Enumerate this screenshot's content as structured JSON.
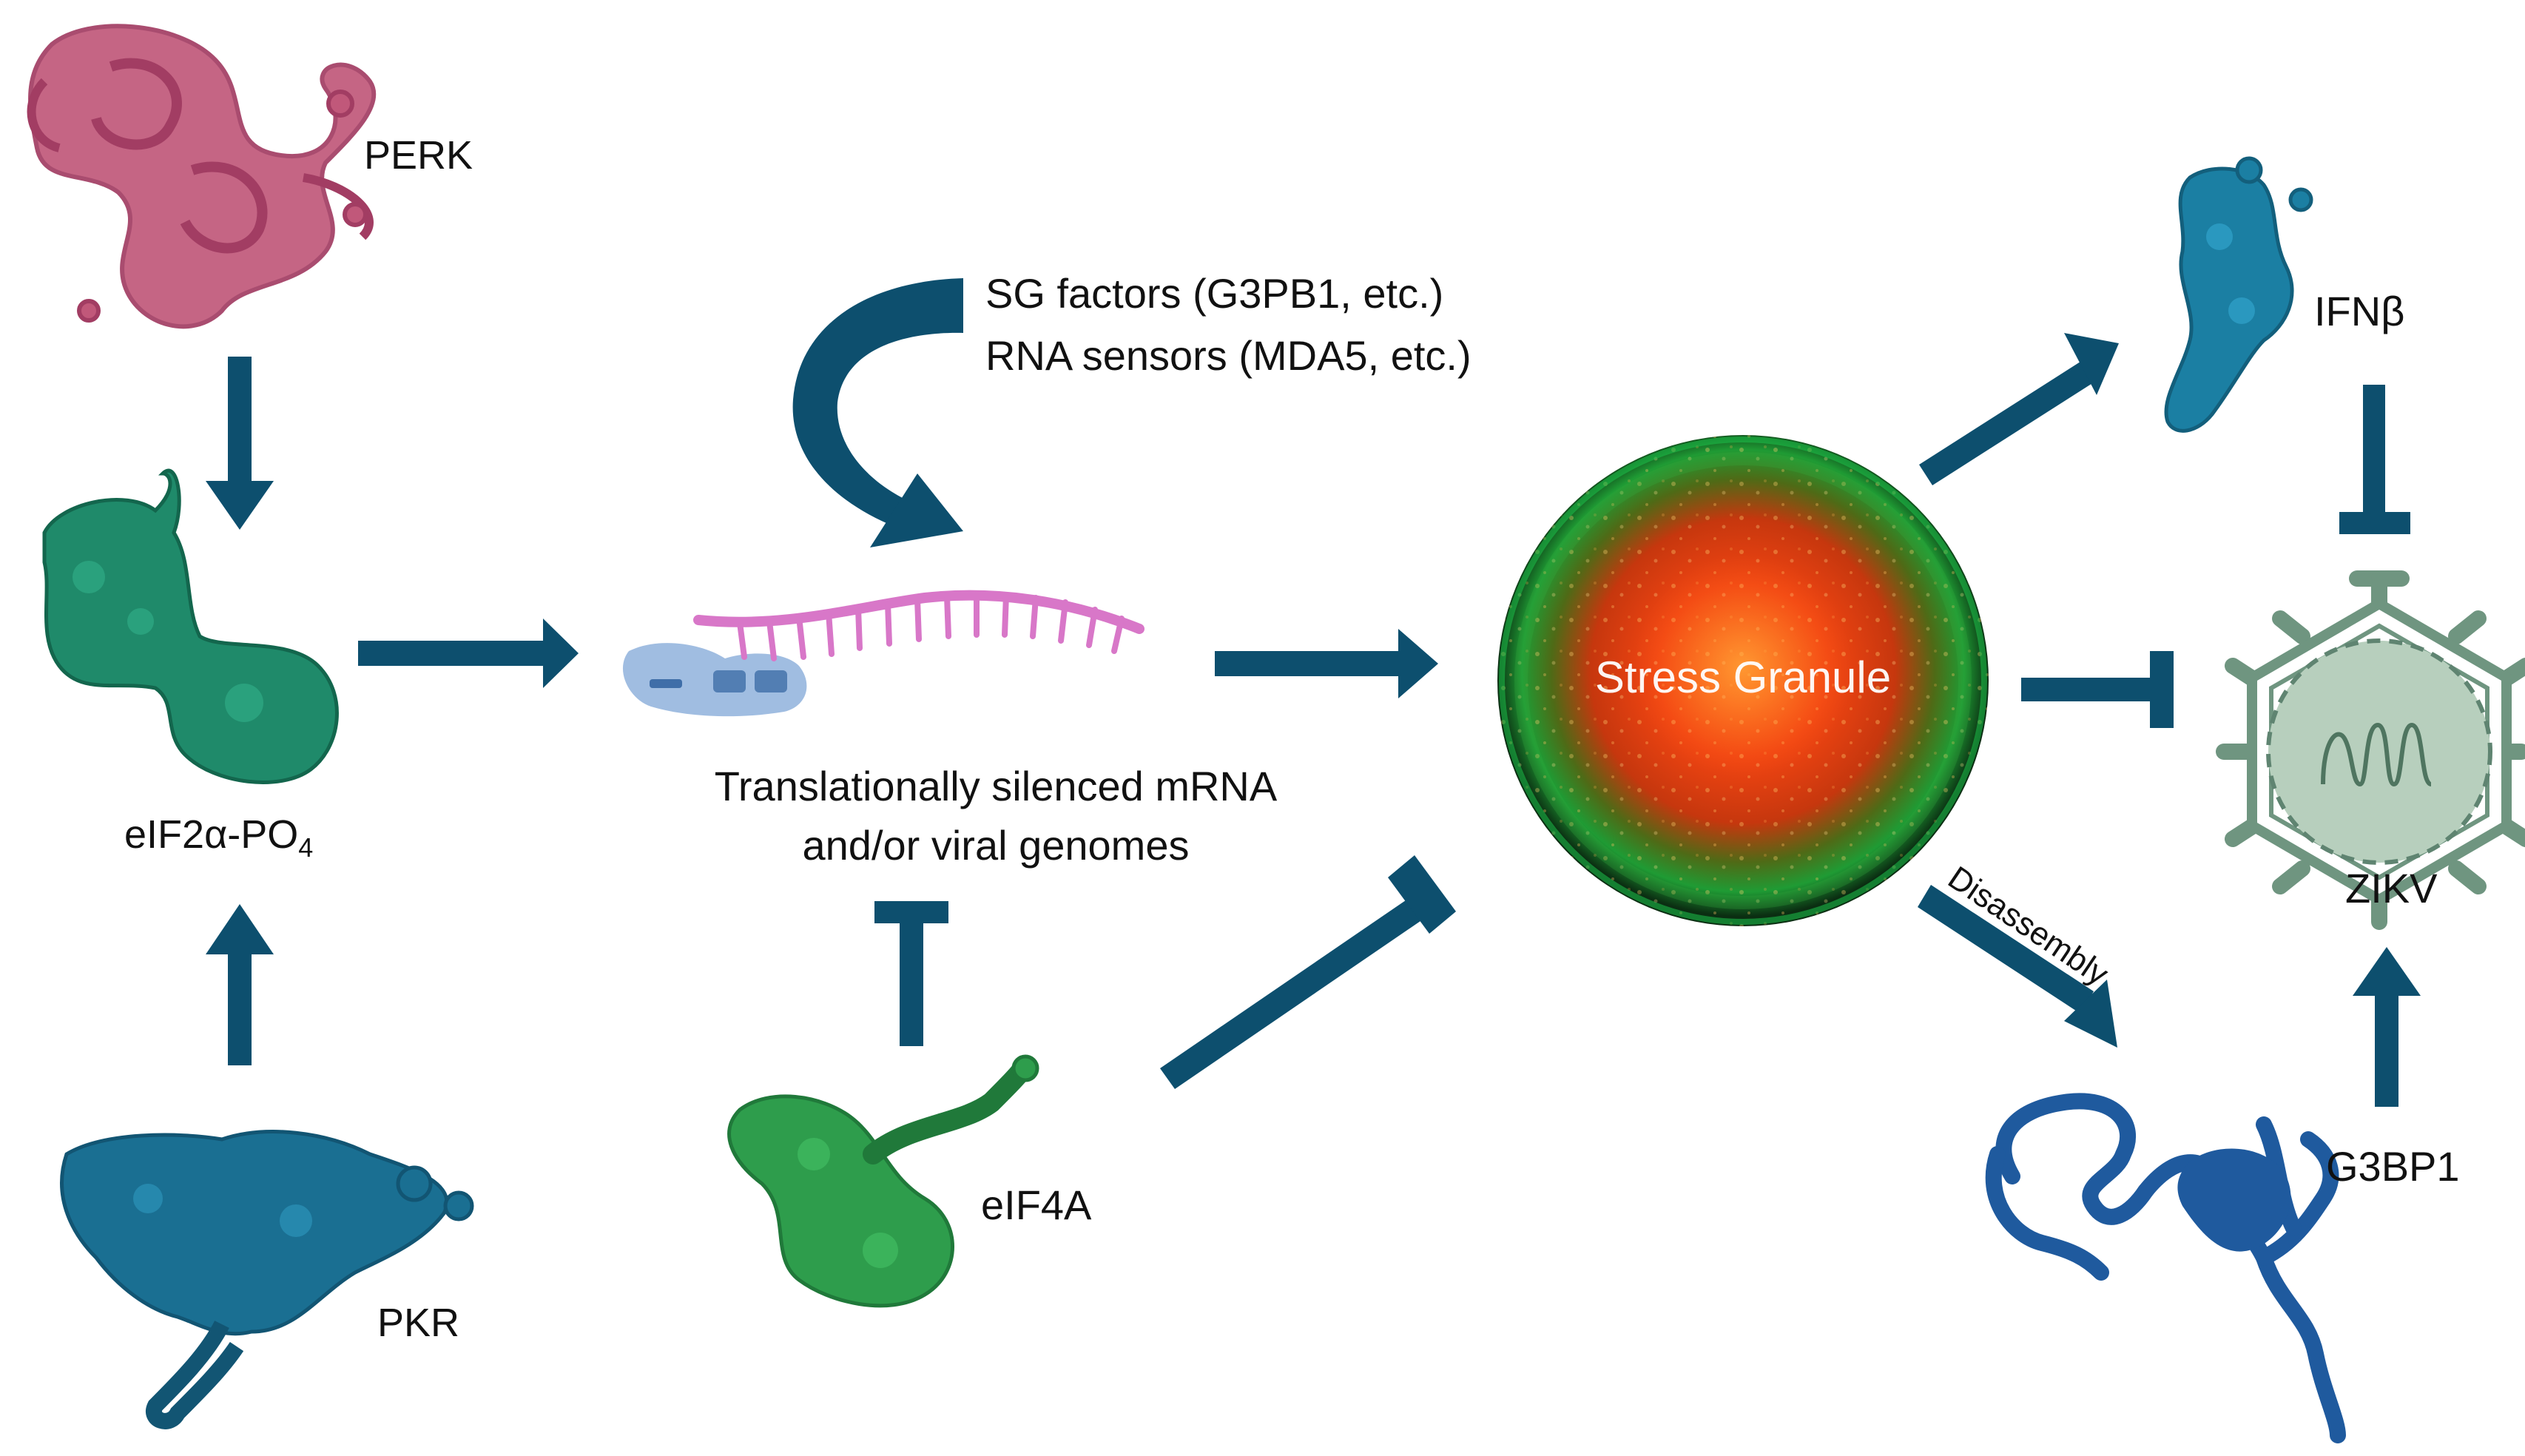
{
  "labels": {
    "perk": "PERK",
    "pkr": "PKR",
    "eif2a_prefix": "eIF2",
    "eif2a_alpha": "α",
    "eif2a_po": "-PO",
    "eif2a_sub": "4",
    "sg_factors": "SG factors (G3PB1, etc.)",
    "rna_sensors": "RNA sensors (MDA5, etc.)",
    "mrna_line1": "Translationally silenced mRNA",
    "mrna_line2": "and/or viral genomes",
    "eif4a": "eIF4A",
    "stress_granule": "Stress Granule",
    "ifnb_prefix": "IFN",
    "ifnb_beta": "β",
    "zikv": "ZIKV",
    "g3bp1": "G3BP1",
    "disassembly": "Disassembly"
  },
  "colors": {
    "arrow": "#0d4f6e",
    "perk": "#c1587a",
    "eif2a": "#1f8a6a",
    "pkr": "#1a6f92",
    "eif4a": "#2e9d4c",
    "ifnb": "#1b7fa3",
    "g3bp1": "#1f5a9e",
    "mrna": "#d877c8",
    "ribosome": "#8fb2dc",
    "zikv": "#7a9e87",
    "granule_core": "#ff4a10",
    "granule_rim": "#1aa83a"
  }
}
